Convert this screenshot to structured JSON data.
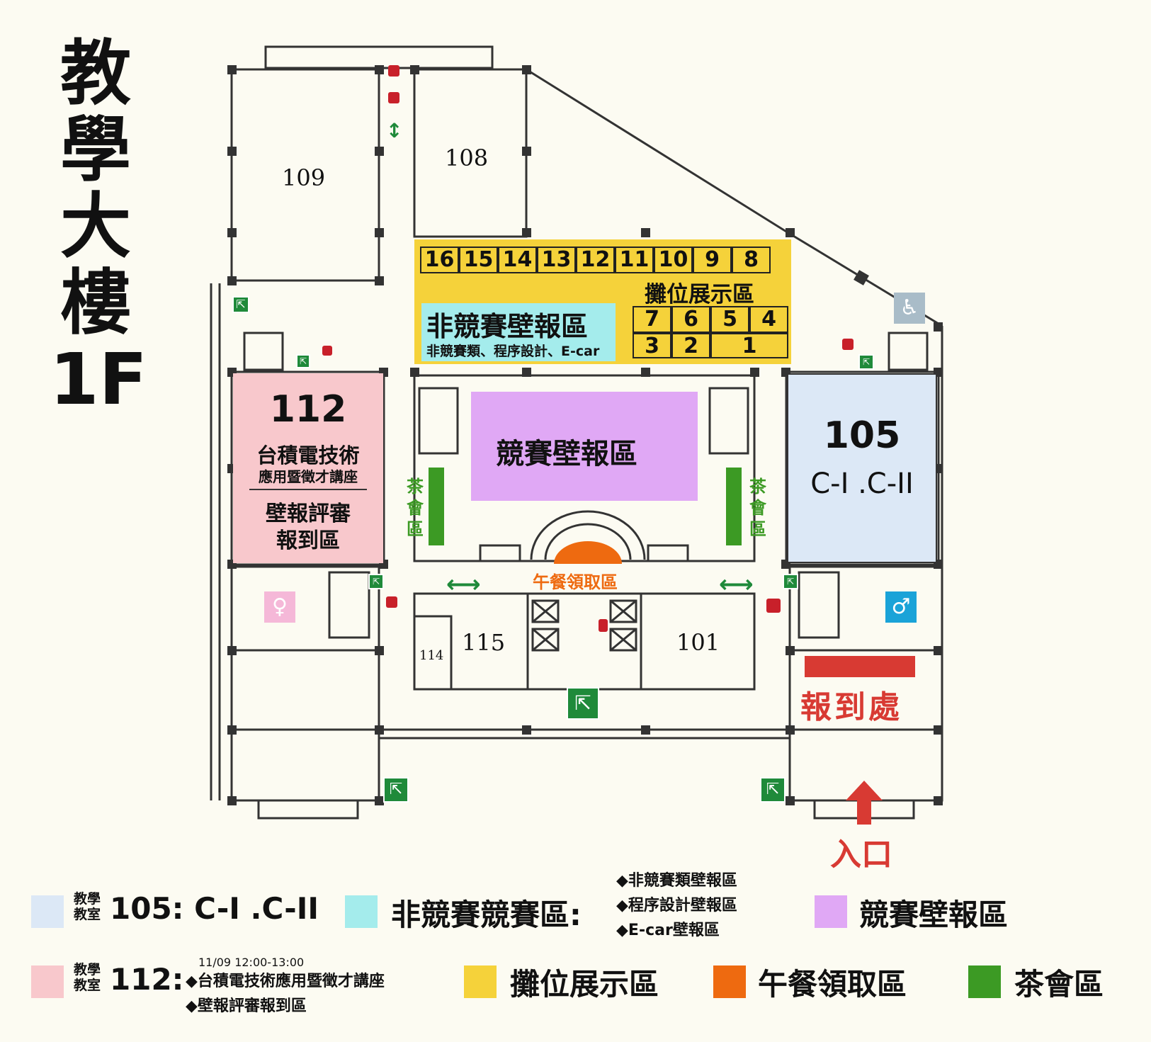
{
  "title": {
    "chars": [
      "教",
      "學",
      "大",
      "樓"
    ],
    "floor": "1F"
  },
  "rooms": {
    "r109": "109",
    "r108": "108",
    "r115": "115",
    "r114": "114",
    "r101": "101"
  },
  "booths": {
    "top_row": [
      "16",
      "15",
      "14",
      "13",
      "12",
      "11",
      "10",
      "9",
      "8"
    ],
    "mid_row": [
      "7",
      "6",
      "5",
      "4"
    ],
    "bot_row": [
      "3",
      "2",
      "1"
    ],
    "label": "攤位展示區"
  },
  "noncomp": {
    "title": "非競賽壁報區",
    "sub": "非競賽類、程序設計、E-car"
  },
  "comp": {
    "title": "競賽壁報區"
  },
  "room112": {
    "num": "112",
    "line1": "台積電技術",
    "line2": "應用暨徵才講座",
    "line3": "壁報評審",
    "line4": "報到區"
  },
  "room105": {
    "num": "105",
    "sub": "C-I .C-II"
  },
  "tea_left": "茶會區",
  "tea_right": "茶會區",
  "lunch": "午餐領取區",
  "registration": "報到處",
  "entrance": "入口",
  "legend": {
    "small_tag": "教學教室",
    "l105": "105: C-I .C-II",
    "noncomp_title": "非競賽競賽區:",
    "noncomp_items": [
      "◆非競賽類壁報區",
      "◆程序設計壁報區",
      "◆E-car壁報區"
    ],
    "comp": "競賽壁報區",
    "l112": "112:",
    "l112_time": "11/09  12:00-13:00",
    "l112_items": [
      "◆台積電技術應用暨徵才講座",
      "◆壁報評審報到區"
    ],
    "booth": "攤位展示區",
    "lunch": "午餐領取區",
    "tea": "茶會區"
  },
  "colors": {
    "c105": "#dce8f6",
    "noncomp": "#a4ecec",
    "comp": "#e0a8f5",
    "c112": "#f8c8cc",
    "booth": "#f5d23a",
    "lunch": "#ee6a10",
    "tea": "#3c9a24",
    "red": "#d83a33"
  }
}
